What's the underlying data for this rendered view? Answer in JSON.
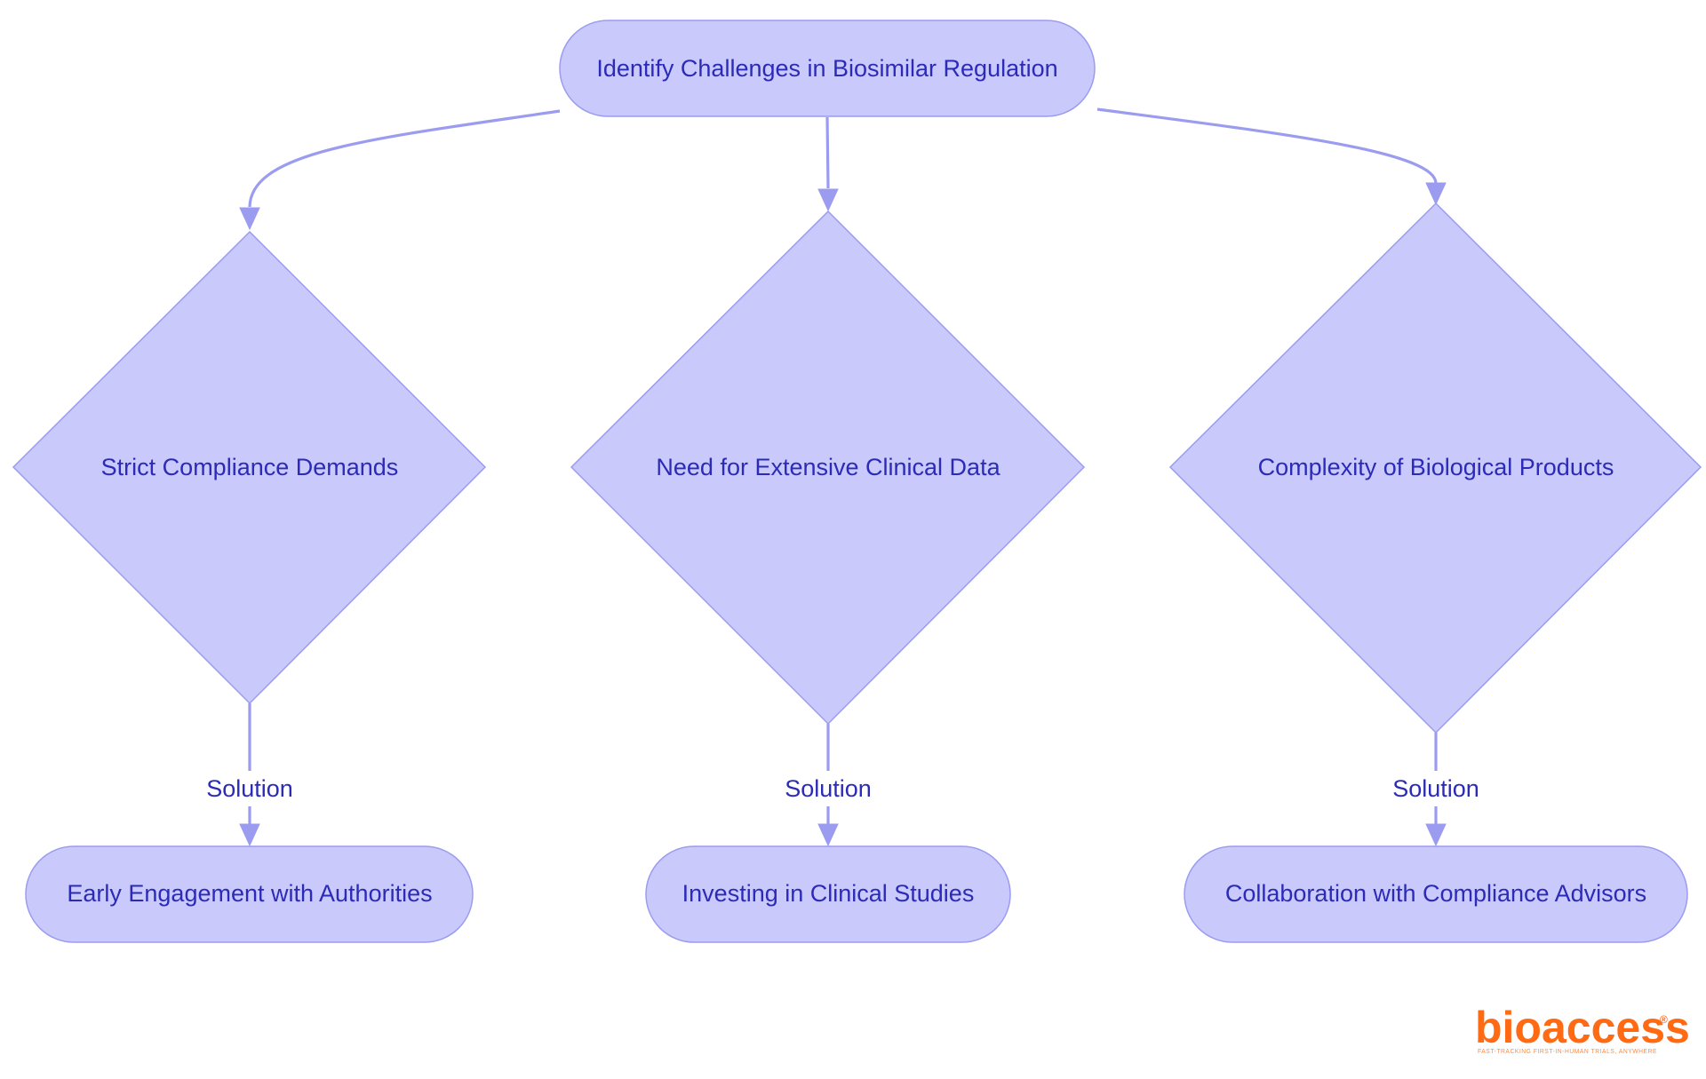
{
  "diagram": {
    "root": {
      "label": "Identify Challenges in Biosimilar Regulation"
    },
    "challenges": [
      {
        "label": "Strict Compliance Demands"
      },
      {
        "label": "Need for Extensive Clinical Data"
      },
      {
        "label": "Complexity of Biological Products"
      }
    ],
    "solutions": [
      {
        "label": "Early Engagement with Authorities"
      },
      {
        "label": "Investing in Clinical Studies"
      },
      {
        "label": "Collaboration with Compliance Advisors"
      }
    ],
    "edge_labels": [
      {
        "label": "Solution"
      },
      {
        "label": "Solution"
      },
      {
        "label": "Solution"
      }
    ],
    "colors": {
      "node_fill": "#c9c9fb",
      "node_stroke": "#9b9cf0",
      "edge": "#9b9cf0",
      "text": "#2b2bb8",
      "logo": "#ff6a13"
    }
  },
  "logo": {
    "text": "bioaccess",
    "registered_mark": "®",
    "tagline": "FAST-TRACKING FIRST-IN-HUMAN TRIALS, ANYWHERE"
  }
}
